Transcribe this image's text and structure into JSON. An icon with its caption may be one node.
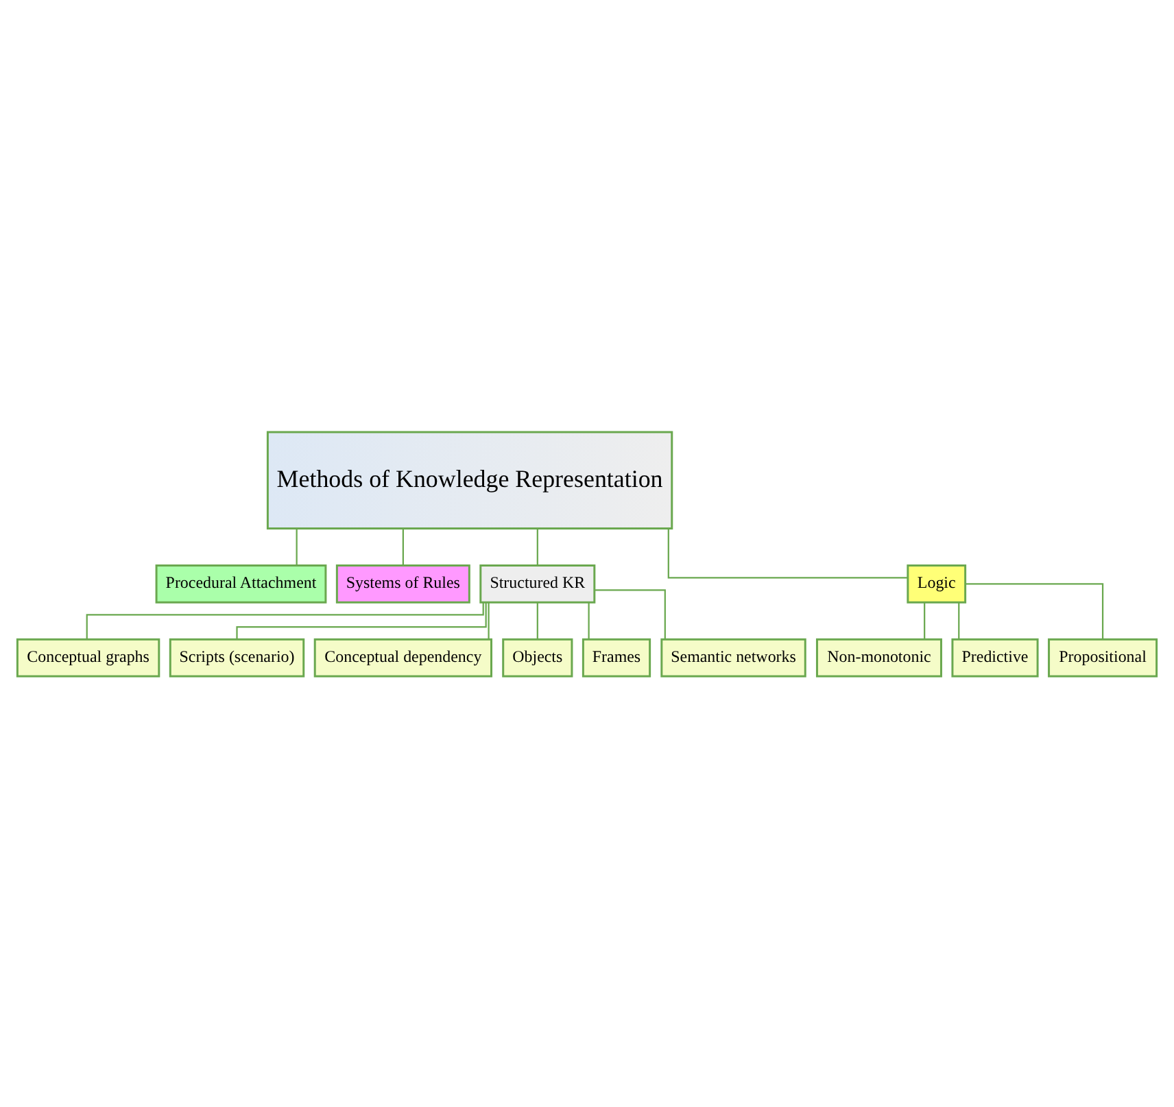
{
  "diagram": {
    "nodes": [
      {
        "text": [
          "Methods of Knowledge Representation"
        ]
      },
      {
        "text": [
          "Procedural Attachment"
        ]
      },
      {
        "text": [
          "Systems of Rules"
        ]
      },
      {
        "text": [
          "Structured KR"
        ]
      },
      {
        "text": [
          "Logic"
        ]
      },
      {
        "text": [
          "Conceptual graphs"
        ]
      },
      {
        "text": [
          "Scripts (scenario)"
        ]
      },
      {
        "text": [
          "Conceptual dependency"
        ]
      },
      {
        "text": [
          "Objects"
        ]
      },
      {
        "text": [
          "Frames"
        ]
      },
      {
        "text": [
          "Semantic networks"
        ]
      },
      {
        "text": [
          "Non-monotonic"
        ]
      },
      {
        "text": [
          "Predictive"
        ]
      },
      {
        "text": [
          "Propositional"
        ]
      }
    ],
    "edges": [
      {
        "from": 0,
        "to": 1,
        "arrow": "none"
      },
      {
        "from": 0,
        "to": 2,
        "arrow": "none"
      },
      {
        "from": 0,
        "to": 3,
        "arrow": "none"
      },
      {
        "from": 0,
        "to": 4,
        "arrow": "none"
      },
      {
        "from": 3,
        "to": 5,
        "arrow": "none"
      },
      {
        "from": 3,
        "to": 6,
        "arrow": "none"
      },
      {
        "from": 3,
        "to": 7,
        "arrow": "none"
      },
      {
        "from": 3,
        "to": 8,
        "arrow": "none"
      },
      {
        "from": 3,
        "to": 9,
        "arrow": "none"
      },
      {
        "from": 3,
        "to": 10,
        "arrow": "none"
      },
      {
        "from": 4,
        "to": 11,
        "arrow": "none"
      },
      {
        "from": 4,
        "to": 12,
        "arrow": "none"
      },
      {
        "from": 4,
        "to": 13,
        "arrow": "none"
      }
    ]
  }
}
